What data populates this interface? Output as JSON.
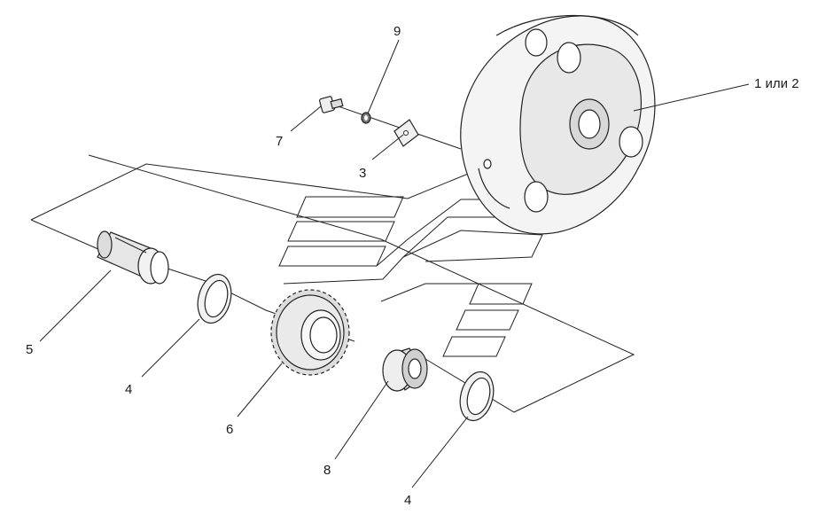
{
  "diagram": {
    "callouts": [
      {
        "id": "c1",
        "text": "1 или 2"
      },
      {
        "id": "c3",
        "text": "3"
      },
      {
        "id": "c4a",
        "text": "4"
      },
      {
        "id": "c4b",
        "text": "4"
      },
      {
        "id": "c5",
        "text": "5"
      },
      {
        "id": "c6",
        "text": "6"
      },
      {
        "id": "c7",
        "text": "7"
      },
      {
        "id": "c8",
        "text": "8"
      },
      {
        "id": "c9",
        "text": "9"
      }
    ]
  },
  "colors": {
    "line": "#222222",
    "part_fill": "#f2f2f2",
    "part_shade": "#cfcfcf",
    "background": "#ffffff"
  }
}
